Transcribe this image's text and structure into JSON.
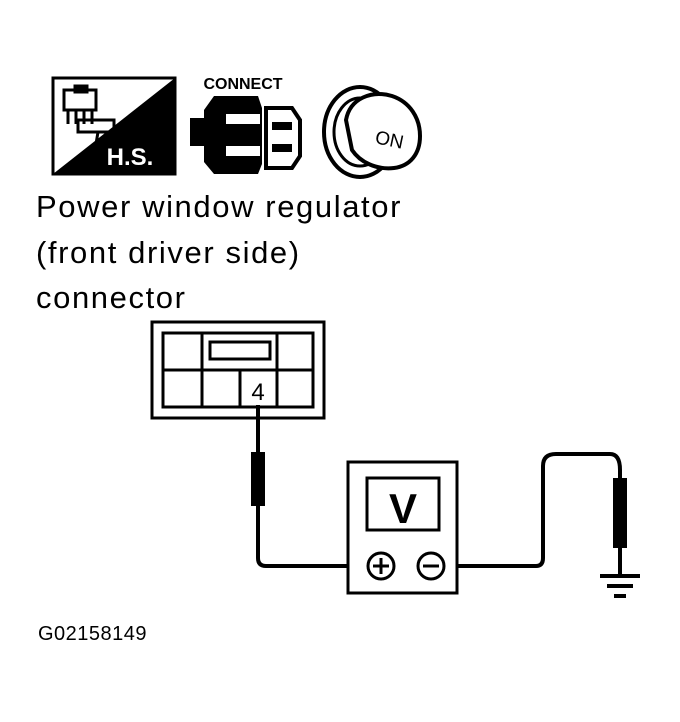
{
  "icons": {
    "harness_badge": {
      "name": "harness-sensor-icon",
      "label": "H.S."
    },
    "connect_badge": {
      "name": "connector-connect-icon",
      "label": "CONNECT"
    },
    "ignition_badge": {
      "name": "ignition-key-on-icon",
      "label": "ON"
    }
  },
  "title": {
    "line1": "Power window regulator",
    "line2": "(front driver side)",
    "line3": "connector"
  },
  "connector": {
    "terminal": "4"
  },
  "meter": {
    "label": "V",
    "positive": "+",
    "negative": "−"
  },
  "figure_code": "G02158149",
  "colors": {
    "ink": "#000000",
    "background": "#ffffff"
  }
}
